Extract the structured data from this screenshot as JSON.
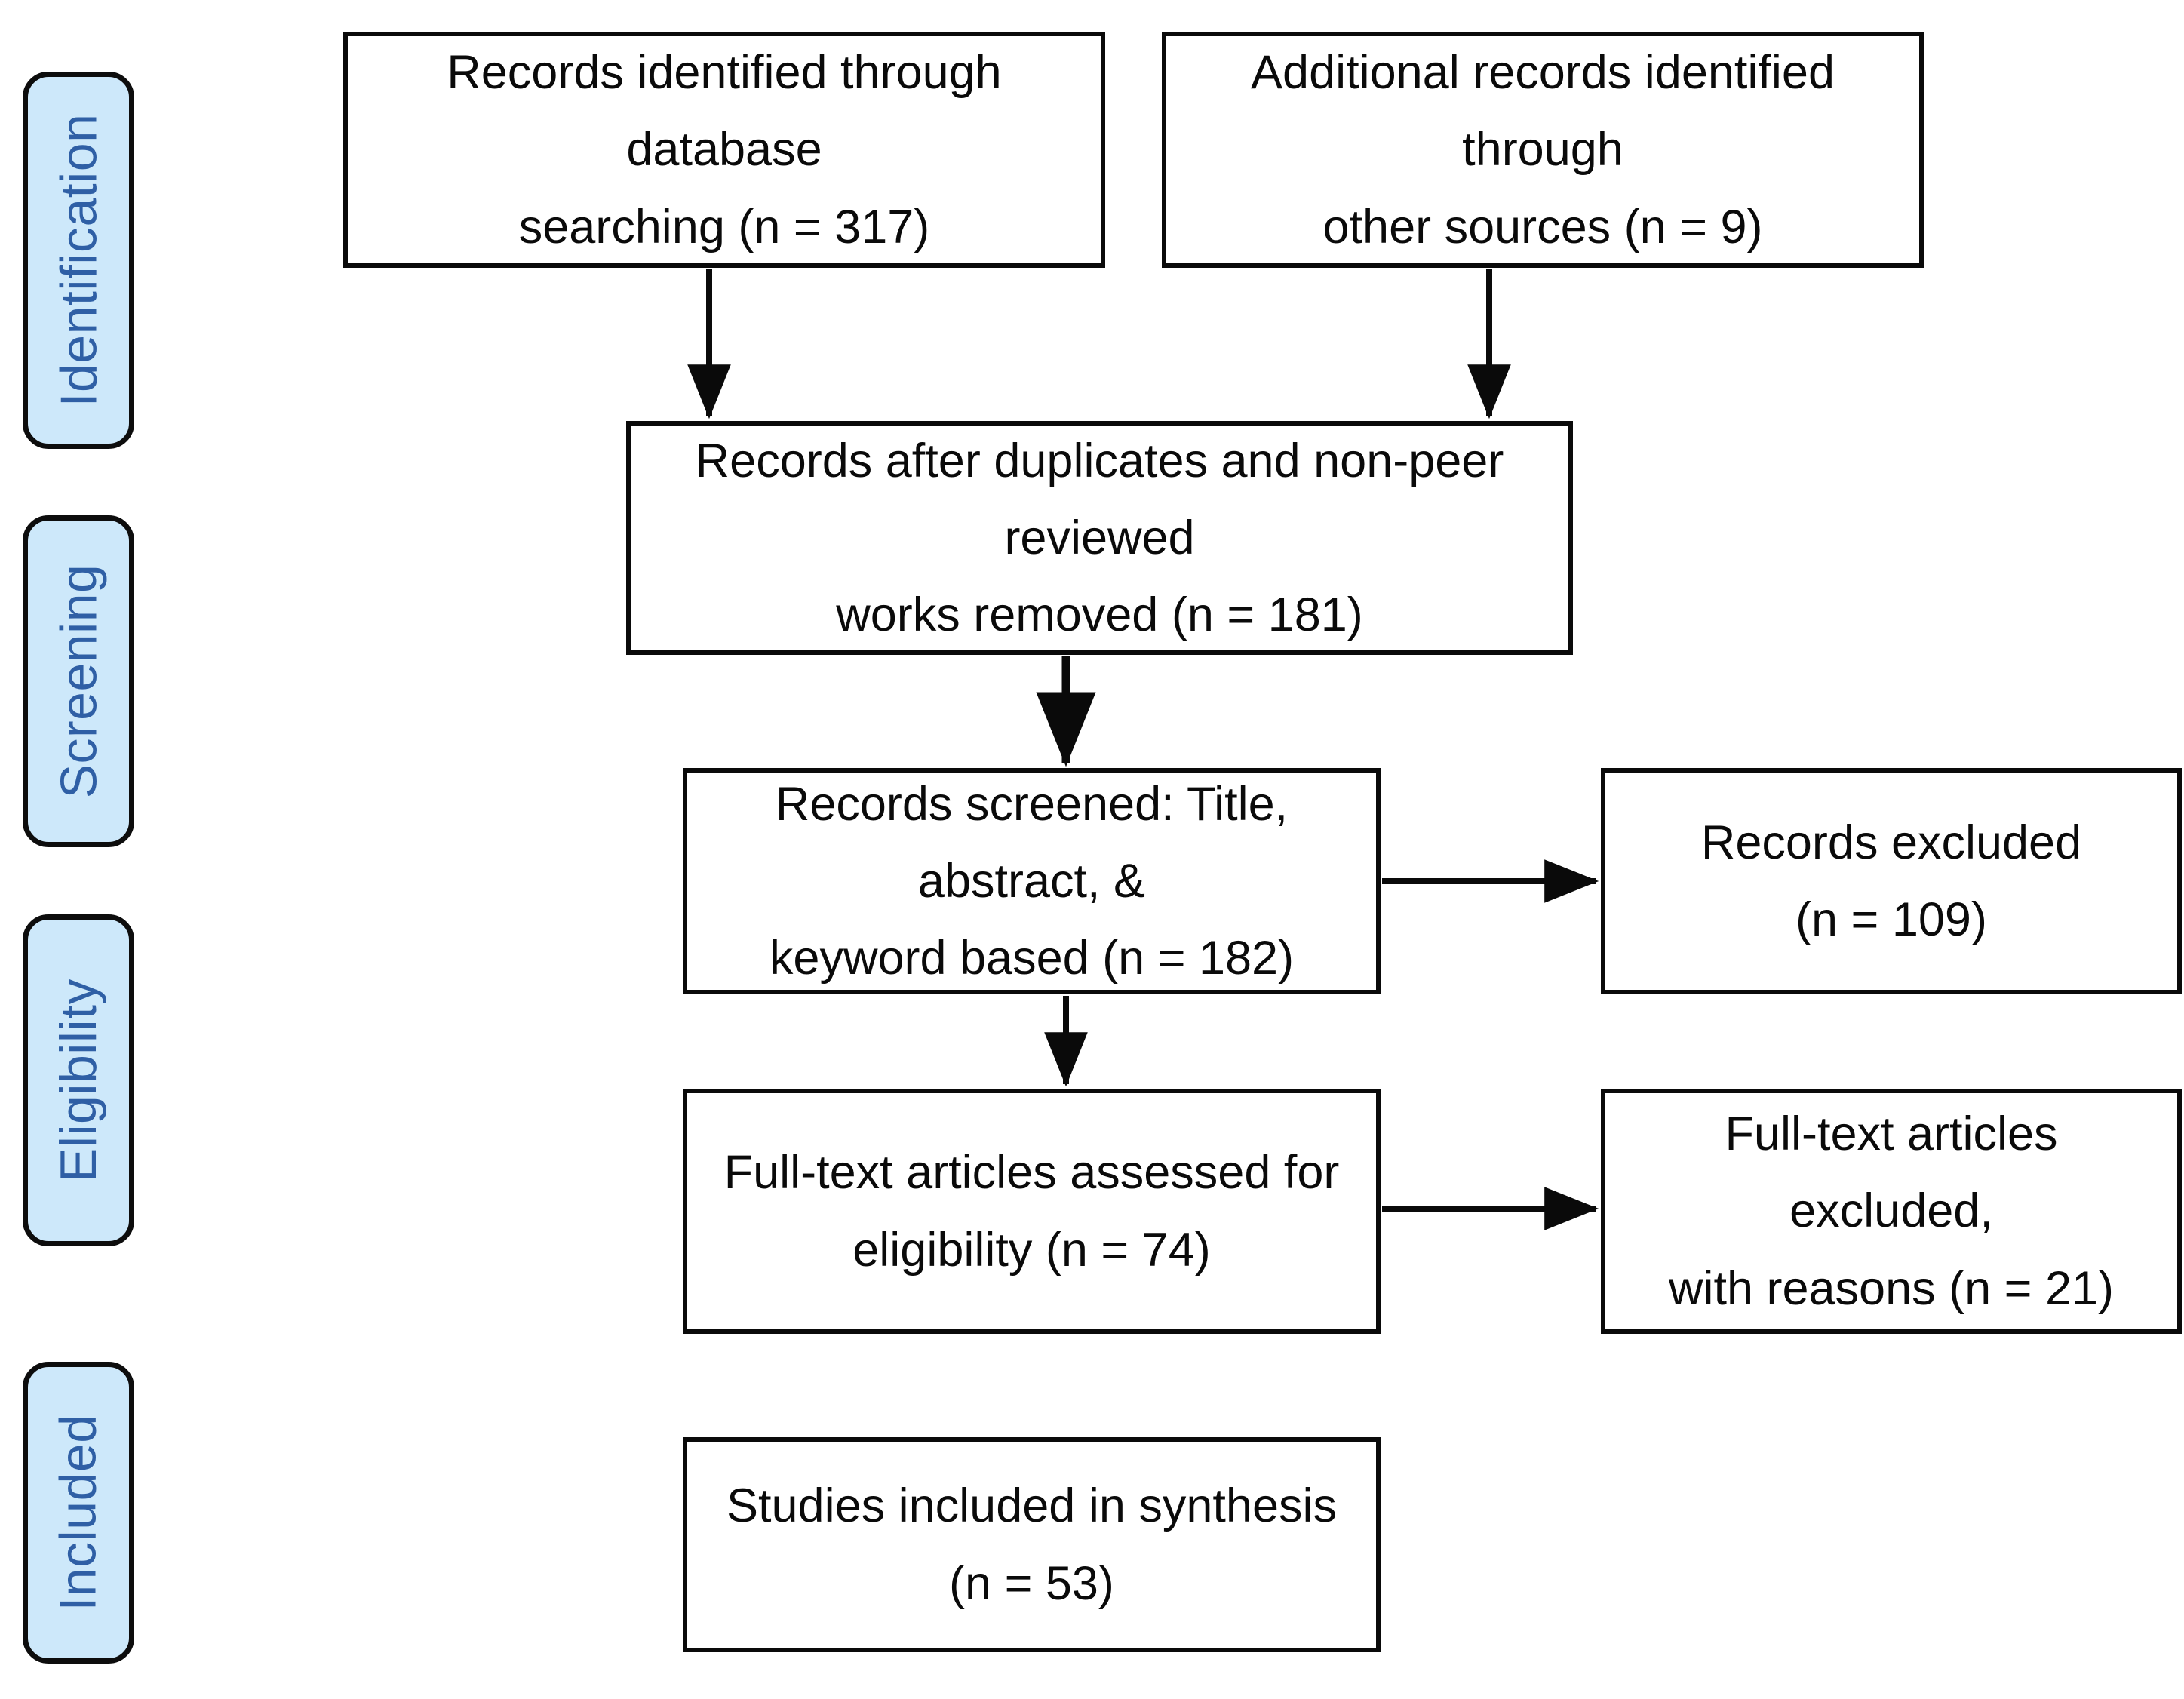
{
  "diagram": {
    "title": "PRISMA flow diagram",
    "type": "prisma-flow-chart",
    "colors": {
      "stage_fill": "#cde8fa",
      "stage_text": "#2f5fa5",
      "stage_border": "#0d0d0d",
      "box_fill": "#ffffff",
      "box_border": "#0a0a0a",
      "box_text": "#0a0a0a",
      "connector": "#0a0a0a",
      "background": "#ffffff"
    }
  },
  "stages": [
    {
      "id": "identification",
      "label": "Identification"
    },
    {
      "id": "screening",
      "label": "Screening"
    },
    {
      "id": "eligibility",
      "label": "Eligibility"
    },
    {
      "id": "included",
      "label": "Included"
    }
  ],
  "boxes": [
    {
      "id": "records-database",
      "line1": "Records identified through database",
      "line2": "searching (n = 317)",
      "n": 317
    },
    {
      "id": "records-other-sources",
      "line1": "Additional records identified through",
      "line2": "other sources (n = 9)",
      "n": 9
    },
    {
      "id": "records-after-duplicates",
      "line1": "Records after duplicates and non-peer reviewed",
      "line2": "works removed (n = 181)",
      "n": 181
    },
    {
      "id": "records-screened",
      "line1": "Records screened: Title, abstract, &",
      "line2": "keyword based (n = 182)",
      "n": 182
    },
    {
      "id": "records-excluded",
      "line1": "Records excluded",
      "line2": "(n = 109)",
      "n": 109
    },
    {
      "id": "fulltext-assessed",
      "line1": "Full-text articles assessed for",
      "line2": "eligibility (n = 74)",
      "n": 74
    },
    {
      "id": "fulltext-excluded",
      "line1": "Full-text articles excluded,",
      "line2": "with reasons (n = 21)",
      "n": 21
    },
    {
      "id": "studies-included",
      "line1": "Studies included in synthesis",
      "line2": "(n = 53)",
      "n": 53
    }
  ],
  "connectors": [
    {
      "id": "database-to-duplicates",
      "from": "records-database",
      "to": "records-after-duplicates",
      "direction": "down"
    },
    {
      "id": "other-to-duplicates",
      "from": "records-other-sources",
      "to": "records-after-duplicates",
      "direction": "down"
    },
    {
      "id": "duplicates-to-screened",
      "from": "records-after-duplicates",
      "to": "records-screened",
      "direction": "down"
    },
    {
      "id": "screened-to-excluded",
      "from": "records-screened",
      "to": "records-excluded",
      "direction": "right"
    },
    {
      "id": "screened-to-fulltext",
      "from": "records-screened",
      "to": "fulltext-assessed",
      "direction": "down"
    },
    {
      "id": "fulltext-to-fulltext-excluded",
      "from": "fulltext-assessed",
      "to": "fulltext-excluded",
      "direction": "right"
    }
  ]
}
